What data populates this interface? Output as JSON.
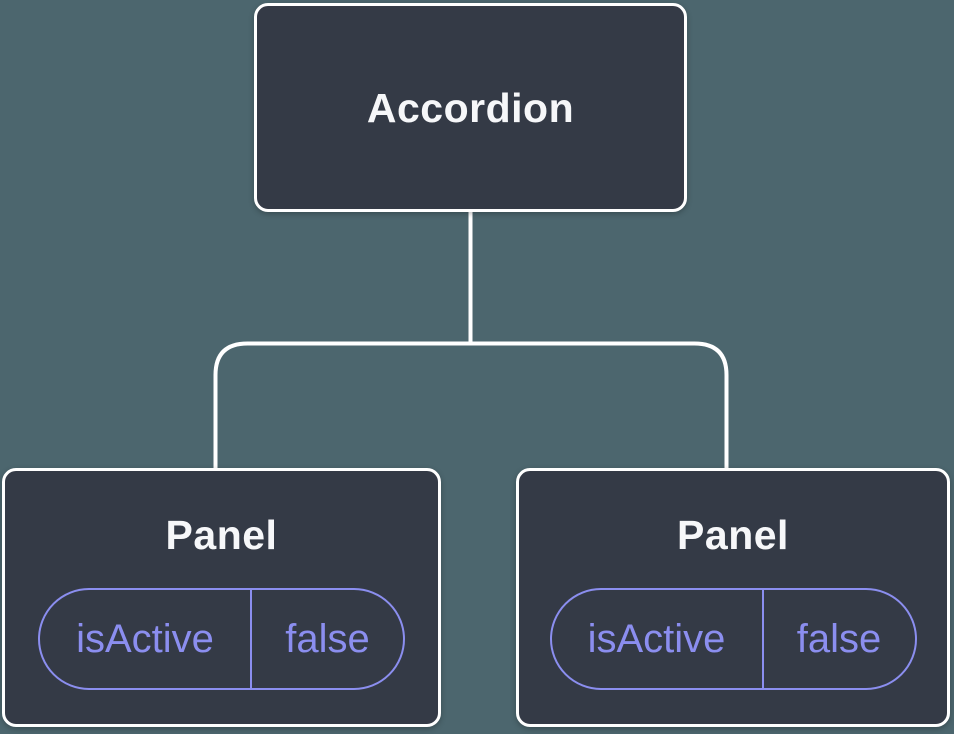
{
  "diagram": {
    "type": "component-tree",
    "root": {
      "label": "Accordion"
    },
    "children": [
      {
        "label": "Panel",
        "state": {
          "name": "isActive",
          "value": "false"
        }
      },
      {
        "label": "Panel",
        "state": {
          "name": "isActive",
          "value": "false"
        }
      }
    ]
  },
  "colors": {
    "background": "#4C666E",
    "node_fill": "#343A46",
    "node_border": "#FFFFFF",
    "node_text": "#F6F7F9",
    "state_accent": "#8B8EEF",
    "connector": "#FFFFFF"
  }
}
